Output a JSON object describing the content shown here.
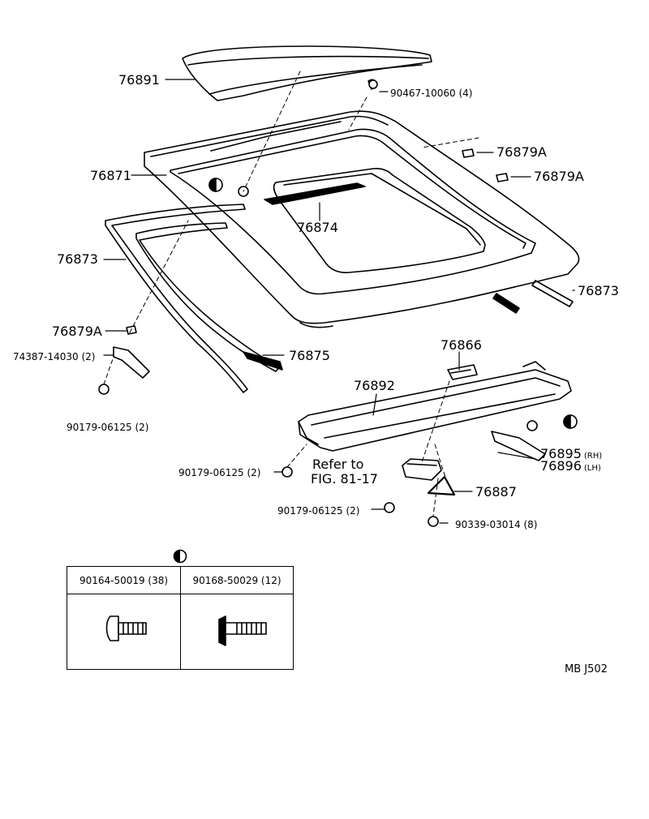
{
  "labels": {
    "p76891": "76891",
    "p90467": "90467-10060 (4)",
    "p76879A_1": "76879A",
    "p76879A_2": "76879A",
    "p76871": "76871",
    "p76874": "76874",
    "p76873_left": "76873",
    "p76873_right": "76873",
    "p76879A_3": "76879A",
    "p74387": "74387-14030 (2)",
    "p76875": "76875",
    "p90179_a": "90179-06125 (2)",
    "p76866": "76866",
    "p76892": "76892",
    "p90179_b": "90179-06125 (2)",
    "refer_line1": "Refer to",
    "refer_line2": "FIG. 81-17",
    "p76895": "76895",
    "p76895_side": "(RH)",
    "p76896": "76896",
    "p76896_side": "(LH)",
    "p76887": "76887",
    "p90179_c": "90179-06125 (2)",
    "p90339": "90339-03014 (8)"
  },
  "legend": {
    "left_header": "90164-50019 (38)",
    "right_header": "90168-50029 (12)"
  },
  "diagram_code": "MB  J502"
}
